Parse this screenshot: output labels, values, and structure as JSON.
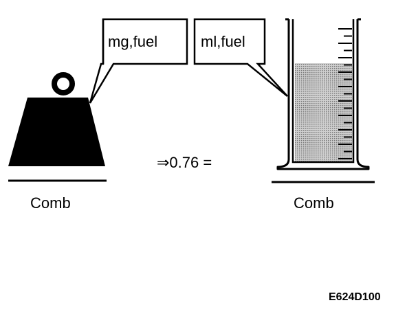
{
  "left": {
    "bubble_label": "mg,fuel",
    "caption": "Comb",
    "icon": "weight-icon"
  },
  "right": {
    "bubble_label": "ml,fuel",
    "caption": "Comb",
    "icon": "graduated-cylinder-icon"
  },
  "equation": "⇒0.76 =",
  "figure_code": "E624D100",
  "colors": {
    "ink": "#000000",
    "liquid": "#b8b8b8",
    "background": "#ffffff"
  }
}
